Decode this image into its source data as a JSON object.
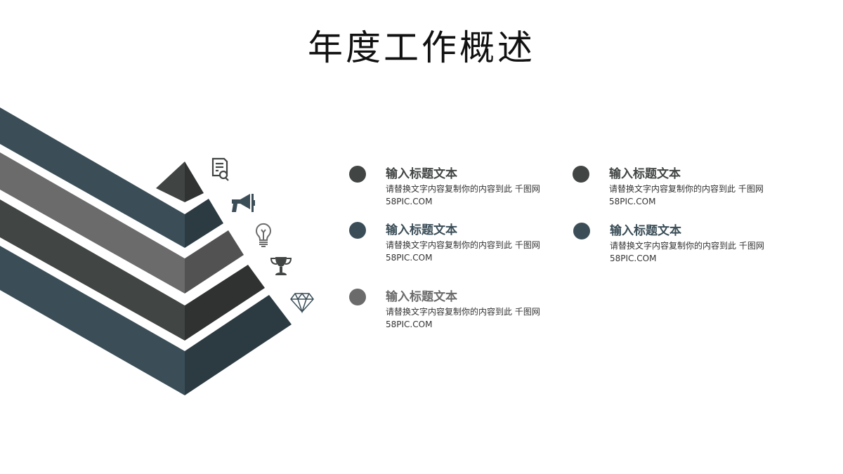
{
  "slide": {
    "title": "年度工作概述"
  },
  "colors": {
    "blue_left": "#3b4e58",
    "blue_right": "#2c3a42",
    "gray_left": "#6b6b6b",
    "gray_right": "#525252",
    "dark_left": "#414543",
    "dark_right": "#2f3230",
    "tip_left": "#404442",
    "tip_right": "#303331"
  },
  "icons": [
    {
      "name": "document-search-icon"
    },
    {
      "name": "megaphone-icon"
    },
    {
      "name": "lightbulb-icon"
    },
    {
      "name": "trophy-icon"
    },
    {
      "name": "diamond-icon"
    }
  ],
  "items": [
    {
      "title": "输入标题文本",
      "desc": "请替换文字内容复制你的内容到此 千图网 58PIC.COM",
      "dot_color": "#414543",
      "title_color": "#414543"
    },
    {
      "title": "输入标题文本",
      "desc": "请替换文字内容复制你的内容到此 千图网 58PIC.COM",
      "dot_color": "#3b4e58",
      "title_color": "#3b4e58"
    },
    {
      "title": "输入标题文本",
      "desc": "请替换文字内容复制你的内容到此 千图网 58PIC.COM",
      "dot_color": "#6b6b6b",
      "title_color": "#6b6b6b"
    },
    {
      "title": "输入标题文本",
      "desc": "请替换文字内容复制你的内容到此 千图网 58PIC.COM",
      "dot_color": "#414543",
      "title_color": "#414543"
    },
    {
      "title": "输入标题文本",
      "desc": "请替换文字内容复制你的内容到此 千图网 58PIC.COM",
      "dot_color": "#3b4e58",
      "title_color": "#3b4e58"
    }
  ]
}
